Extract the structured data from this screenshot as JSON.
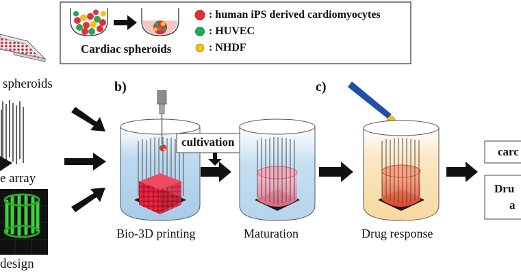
{
  "legend": {
    "caption": "Cardiac spheroids",
    "items": [
      {
        "label": ": human iPS derived cardiomyocytes",
        "color": "#e8302f"
      },
      {
        "label": ": HUVEC",
        "color": "#25a85a"
      },
      {
        "label": ": NHDF",
        "color": "#f2c21b"
      }
    ]
  },
  "left": {
    "top_text": "spheroids",
    "array_text": "e array",
    "design_text": "design"
  },
  "panels": {
    "b_label": "b)",
    "c_label": "c)"
  },
  "steps": {
    "cultivation": "cultivation",
    "bio3d": "Bio-3D printing",
    "maturation": "Maturation",
    "drug_response": "Drug response"
  },
  "results": {
    "box1": "carc",
    "box2_line1": "Dru",
    "box2_line2": "a"
  },
  "colors": {
    "red_cells": "#d8243a",
    "green_cells": "#22aa44",
    "yellow_cells": "#f0c020",
    "mature_pink": "#f07a92",
    "drug_orange": "#f0482a",
    "container_blue": "#cfe6f6",
    "pipette_blue": "#1f4fa8",
    "green_design": "#36c234"
  }
}
